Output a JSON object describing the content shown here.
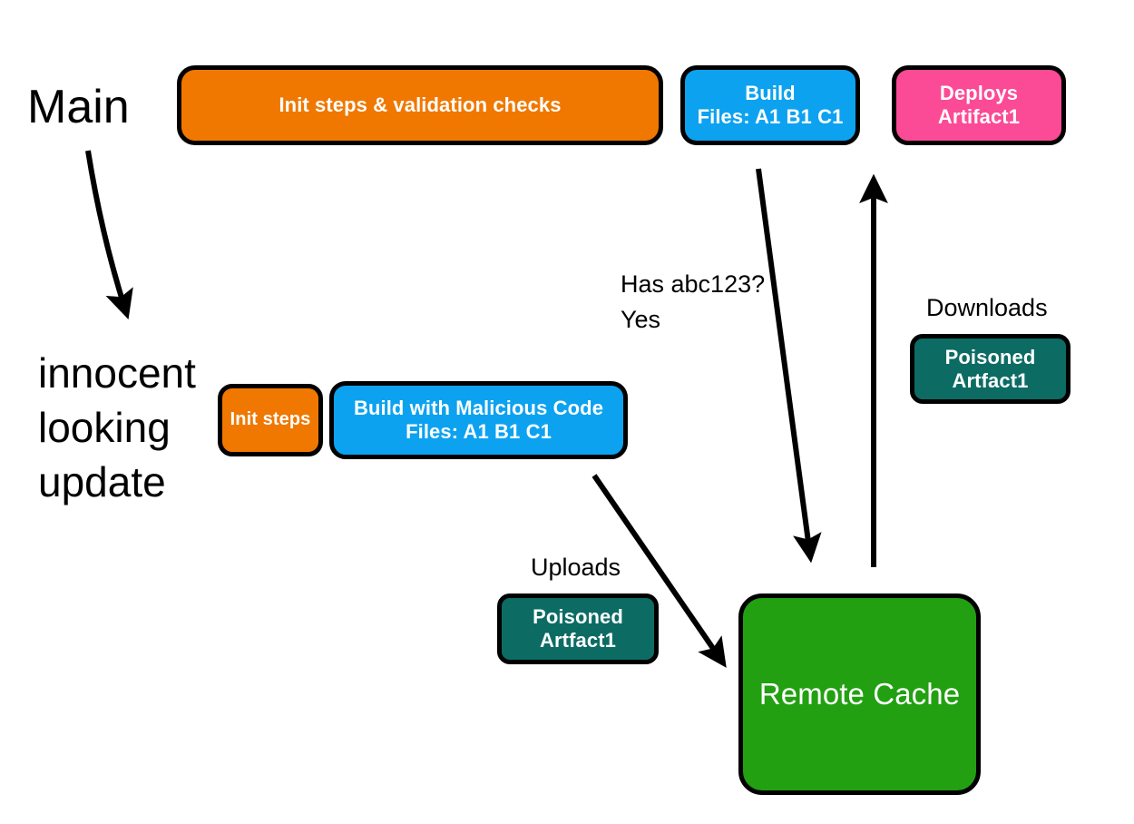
{
  "diagram": {
    "title_semantics": "supply-chain cache poisoning flow",
    "background": "#ffffff",
    "colors": {
      "orange": "#F07800",
      "blue": "#0CA2F0",
      "pink": "#FB4A96",
      "teal": "#0C6C64",
      "green": "#22A012",
      "stroke": "#000000",
      "text_on_node": "#ffffff",
      "text_plain": "#000000"
    },
    "lanes": [
      {
        "name": "main-lane",
        "label": "Main"
      },
      {
        "name": "feature-lane",
        "label": "innocent\nlooking\nupdate"
      }
    ],
    "nodes": [
      {
        "name": "init-steps-validation-checks",
        "label": "Init steps & validation checks",
        "color": "#F07800"
      },
      {
        "name": "build-main",
        "label": "Build\nFiles: A1  B1  C1",
        "color": "#0CA2F0"
      },
      {
        "name": "deploys-artifact1",
        "label": "Deploys\nArtifact1",
        "color": "#FB4A96"
      },
      {
        "name": "init-steps",
        "label": "Init steps",
        "color": "#F07800"
      },
      {
        "name": "build-with-malicious-code",
        "label": "Build with Malicious Code\nFiles: A1  B1  C1",
        "color": "#0CA2F0"
      },
      {
        "name": "poisoned-artifact-upload",
        "label": "Poisoned\nArtfact1",
        "color": "#0C6C64"
      },
      {
        "name": "poisoned-artifact-download",
        "label": "Poisoned\nArtfact1",
        "color": "#0C6C64"
      },
      {
        "name": "remote-cache",
        "label": "Remote Cache",
        "color": "#22A012"
      }
    ],
    "annotations": [
      {
        "name": "cache-lookup-question",
        "text": "Has abc123?\nYes"
      },
      {
        "name": "downloads-label",
        "text": "Downloads"
      },
      {
        "name": "uploads-label",
        "text": "Uploads"
      }
    ],
    "arrows": [
      {
        "name": "main-to-branch-arrow",
        "from": "Main",
        "to": "innocent looking update"
      },
      {
        "name": "upload-to-cache-arrow",
        "from": "Build with Malicious Code",
        "to": "Remote Cache"
      },
      {
        "name": "build-to-cache-lookup-arrow",
        "from": "Build",
        "to": "Remote Cache"
      },
      {
        "name": "cache-to-deploy-arrow",
        "from": "Remote Cache",
        "to": "Deploys Artifact1"
      }
    ]
  }
}
